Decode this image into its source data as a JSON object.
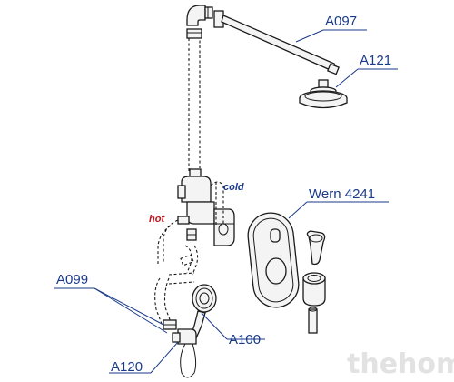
{
  "labels": {
    "arm": "A097",
    "head": "A121",
    "mixer": "Wern 4241",
    "hose_left": "A099",
    "hand_shower": "A100",
    "holder": "A120"
  },
  "markers": {
    "hot": "hot",
    "cold": "cold"
  },
  "watermark": "thehome",
  "colors": {
    "label": "#1a3a8a",
    "hot": "#c0151b",
    "cold": "#1a3a8a",
    "line": "#1a1a1a",
    "watermark": "#e2e2e2"
  }
}
